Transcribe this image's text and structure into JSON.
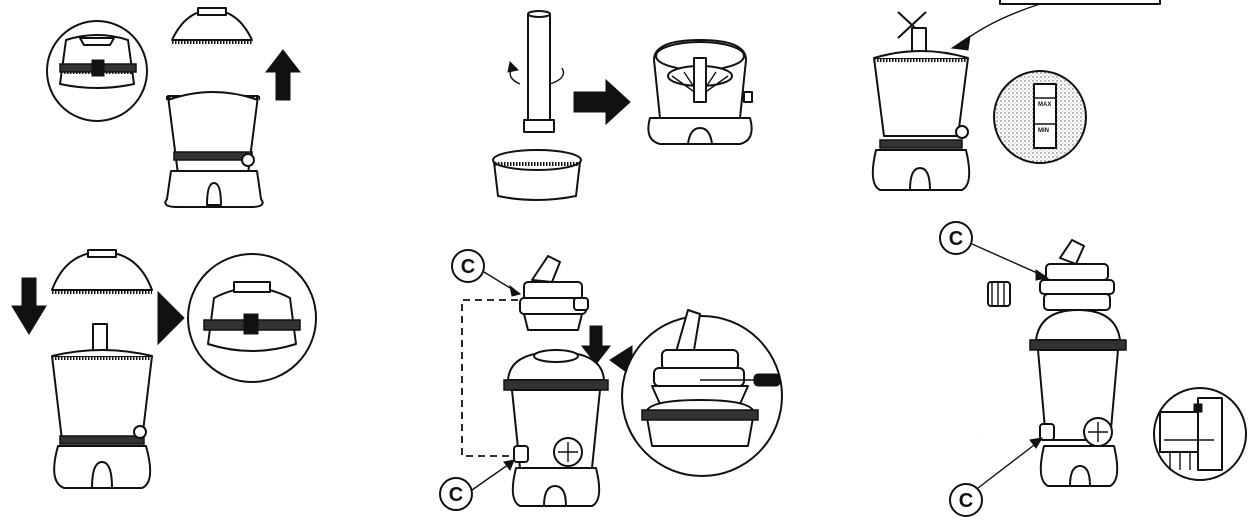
{
  "callout_labels": {
    "mid_top": "C",
    "mid_bottom": "C",
    "right_top": "C",
    "right_bottom": "C"
  },
  "sand_markers": {
    "upper": "MAX",
    "lower": "MIN"
  }
}
